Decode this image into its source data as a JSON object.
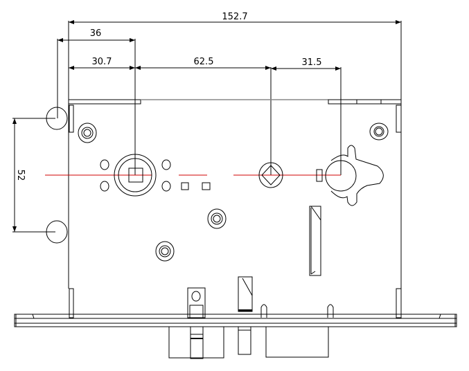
{
  "drawing": {
    "title": "Mortise lock body dimension drawing",
    "dimensions": {
      "overall_width": "152.7",
      "hub_offset": "36",
      "backset_to_hub": "30.7",
      "hub_to_follower": "62.5",
      "follower_to_cylinder": "31.5",
      "mount_hole_spacing": "52"
    },
    "colors": {
      "line": "#000000",
      "centerline": "#d00000",
      "hidden": "#888888"
    }
  }
}
